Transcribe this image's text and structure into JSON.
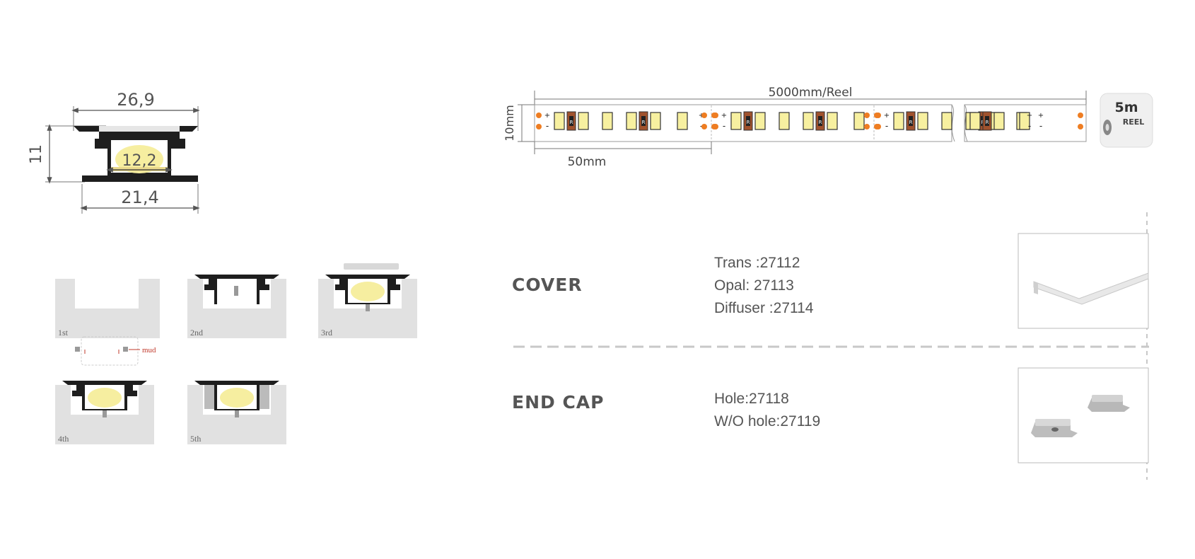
{
  "profile": {
    "top_width": "26,9",
    "height": "11",
    "inner_width": "12,2",
    "bottom_width": "21,4"
  },
  "steps": [
    {
      "label": "1st"
    },
    {
      "label": "2nd"
    },
    {
      "label": "3rd"
    },
    {
      "label": "4th",
      "note": "mud"
    },
    {
      "label": "5th"
    }
  ],
  "strip": {
    "length_label": "5000mm/Reel",
    "width_label": "10mm",
    "segment_label": "50mm",
    "reel_length": "5m",
    "reel_label": "REEL",
    "plus": "+",
    "minus": "-",
    "resistor_mark": "R",
    "colors": {
      "led": "#f7f0a0",
      "pad": "#ee7d22",
      "resistor": "#a0522d"
    }
  },
  "accessories": [
    {
      "title": "COVER",
      "items": [
        "Trans :27112",
        "Opal:  27113",
        "Diffuser :27114"
      ]
    },
    {
      "title": "END CAP",
      "items": [
        "Hole:27118",
        "W/O hole:27119"
      ]
    }
  ]
}
